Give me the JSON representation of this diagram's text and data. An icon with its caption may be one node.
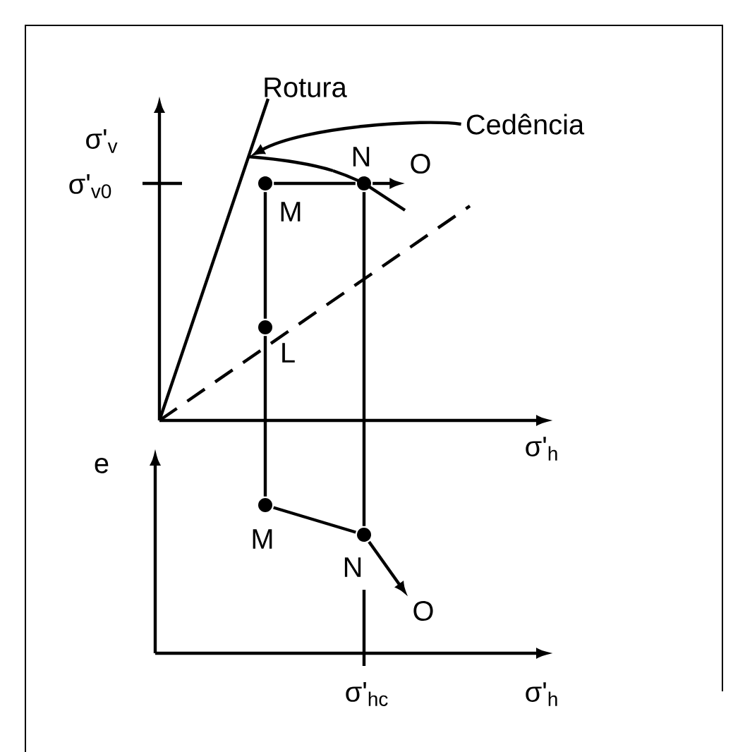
{
  "diagram": {
    "nodes": [
      {
        "text": [
          "L"
        ]
      },
      {
        "text": [
          "M"
        ]
      },
      {
        "text": [
          "N"
        ]
      },
      {
        "text": [
          "O"
        ]
      },
      {
        "text": [
          "Cedência"
        ]
      },
      {
        "text": [
          "M"
        ]
      },
      {
        "text": [
          "N"
        ]
      },
      {
        "text": [
          "O"
        ]
      },
      {
        "text": [],
        "shape": "curve"
      }
    ],
    "edges": [
      {
        "from": 0,
        "to": 1,
        "arrow": "none"
      },
      {
        "from": 1,
        "to": 2,
        "arrow": "none"
      },
      {
        "from": 2,
        "to": 3,
        "arrow": "to"
      },
      {
        "from": 4,
        "to": 8,
        "arrow": "to"
      },
      {
        "from": 5,
        "to": 6,
        "arrow": "none"
      },
      {
        "from": 6,
        "to": 7,
        "arrow": "to"
      },
      {
        "from": 0,
        "to": 5,
        "arrow": "none"
      },
      {
        "from": 2,
        "to": 6,
        "arrow": "none"
      }
    ],
    "labels": [
      "Rotura",
      "σ'$_{v}$",
      "σ'$_{v0}$",
      "σ'$_{h}$",
      "e",
      "σ'$_{hc}$",
      "σ'$_{h}$"
    ]
  }
}
